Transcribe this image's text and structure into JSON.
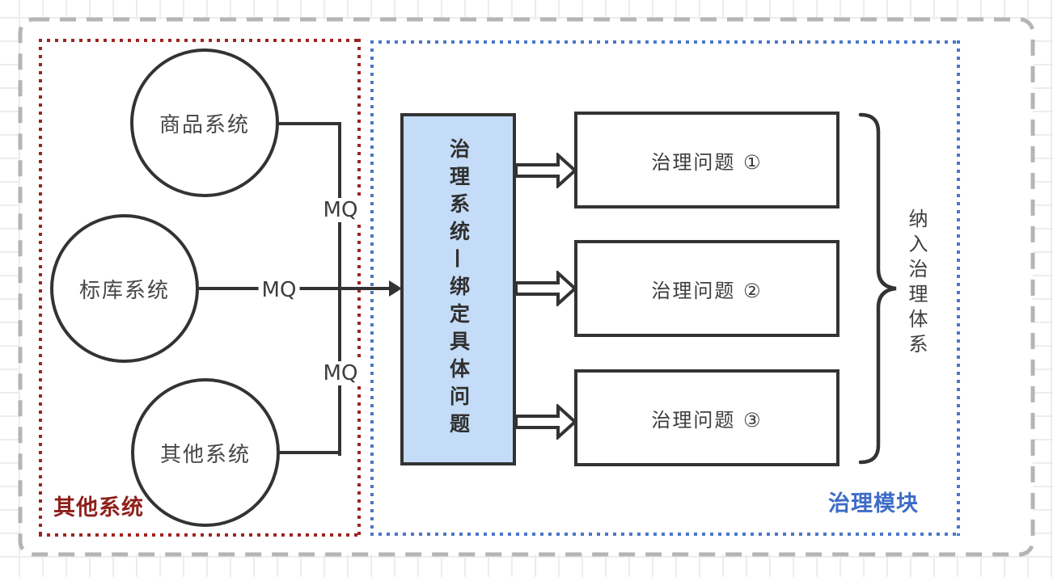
{
  "source_group": {
    "label": "其他系统",
    "systems": [
      {
        "label": "商品系统"
      },
      {
        "label": "标库系统"
      },
      {
        "label": "其他系统"
      }
    ]
  },
  "governance_group": {
    "label": "治理模块",
    "hub_label": "治理系统—绑定具体问题",
    "problems": [
      {
        "label": "治理问题 ①"
      },
      {
        "label": "治理问题 ②"
      },
      {
        "label": "治理问题 ③"
      }
    ],
    "brace_label": "纳入治理体系"
  },
  "edges": {
    "mq_top": "MQ",
    "mq_middle": "MQ",
    "mq_bottom": "MQ"
  },
  "colors": {
    "shape_stroke": "#333333",
    "hub_fill": "#c4dcf7",
    "source_border": "#9e2420",
    "source_label_color": "#8e1f1a",
    "governance_border": "#4a77c8",
    "governance_label_color": "#3e6cc7",
    "outer_frame_dash": "#b5b5b5",
    "grid_line": "#ededed"
  }
}
